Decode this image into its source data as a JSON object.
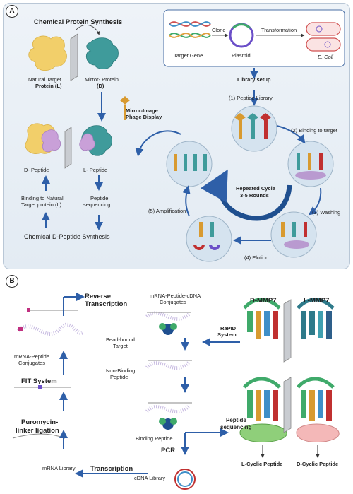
{
  "panels": {
    "a_label": "A",
    "b_label": "B"
  },
  "panel_a": {
    "chemical_protein_synthesis": "Chemical Protein Synthesis",
    "natural_target_protein": "Natural Target",
    "natural_target_protein_2": "Protein (L)",
    "mirror_protein": "Mirror- Protein",
    "mirror_protein_2": "(D)",
    "d_peptide": "D- Peptide",
    "l_peptide": "L- Peptide",
    "binding_to_natural": "Binding to Natural",
    "binding_to_natural_2": "Target protein (L)",
    "peptide_sequencing": "Peptide",
    "peptide_sequencing_2": "sequencing",
    "chemical_d_peptide_synthesis": "Chemical D-Peptide Synthesis",
    "mirror_image_phage_display": "Mirror-Image",
    "mirror_image_phage_display_2": "Phage Display",
    "clone": "Clone",
    "transformation": "Transformation",
    "target_gene": "Target Gene",
    "plasmid": "Plasmid",
    "e_coli": "E. Coli",
    "library_setup": "Library setup",
    "step1": "(1) Peptide Library",
    "step2": "(2) Binding to target",
    "step3": "(3) Washing",
    "step4": "(4) Elution",
    "step5": "(5) Amplification",
    "repeated_cycle": "Repeated Cycle",
    "rounds": "3-5 Rounds"
  },
  "panel_b": {
    "reverse_transcription": "Reverse",
    "reverse_transcription_2": "Transcription",
    "mrna_peptide_cdna": "mRNA-Peptide-cDNA",
    "mrna_peptide_cdna_2": "Conjugates",
    "bead_bound_target": "Bead-bound",
    "bead_bound_target_2": "Target",
    "rapid_system": "RaPID",
    "rapid_system_2": "System",
    "non_binding_peptide": "Non-Binding",
    "non_binding_peptide_2": "Peptide",
    "mrna_peptide_conj": "mRNA-Peptide",
    "mrna_peptide_conj_2": "Conjugates",
    "fit_system": "FIT System",
    "binding_peptide": "Binding Peptide",
    "peptide_sequencing": "Peptide",
    "peptide_sequencing_2": "sequencing",
    "puromycin": "Puromycin-",
    "puromycin_2": "linker ligation",
    "pcr": "PCR",
    "mrna_library": "mRNA Library",
    "transcription": "Transcription",
    "cdna_library": "cDNA Library",
    "d_mmp7": "D-MMP7",
    "l_mmp7": "L-MMP7",
    "l_cyclic_peptide": "L-Cyclic Peptide",
    "d_cyclic_peptide": "D-Cyclic Peptide"
  },
  "colors": {
    "arrow": "#2e5fa8",
    "protein_yellow": "#f2cf6a",
    "protein_teal": "#3f9b9b",
    "peptide_purple": "#c9a0d8",
    "panel_bg": "#e7eef5"
  }
}
